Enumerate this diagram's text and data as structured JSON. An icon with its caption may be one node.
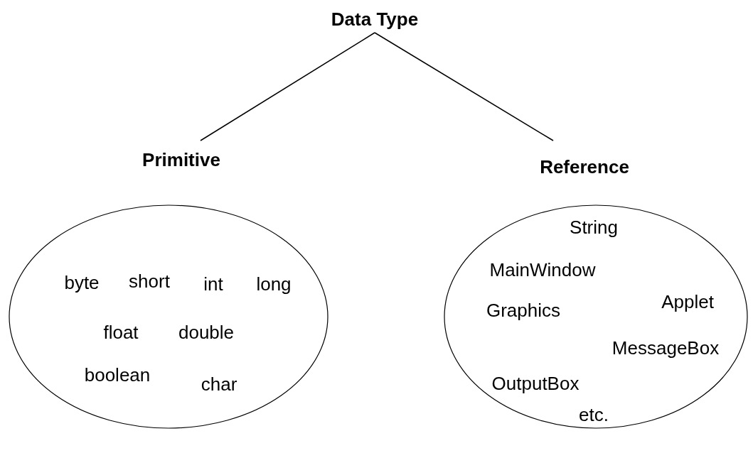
{
  "diagram": {
    "nodes": [
      {
        "text": [
          "Data Type"
        ]
      },
      {
        "text": [
          "Primitive",
          "byte",
          "short",
          "int",
          "long",
          "float",
          "double",
          "boolean",
          "char"
        ]
      },
      {
        "text": [
          "Reference",
          "String",
          "MainWindow",
          "Applet",
          "Graphics",
          "MessageBox",
          "OutputBox",
          "etc."
        ]
      }
    ],
    "edges": [
      {
        "from": 0,
        "to": 1,
        "arrow": "none"
      },
      {
        "from": 0,
        "to": 2,
        "arrow": "none"
      }
    ]
  }
}
